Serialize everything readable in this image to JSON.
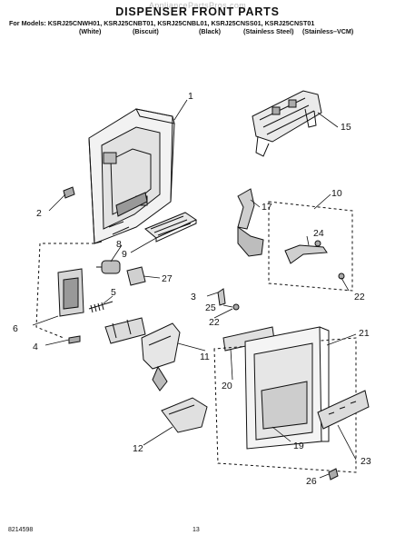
{
  "watermark": "AppliancePartsPros.com",
  "title": "DISPENSER FRONT PARTS",
  "models_line": "For Models: KSRJ25CNWH01, KSRJ25CNBT01, KSRJ25CNBL01, KSRJ25CNSS01, KSRJ25CNST01",
  "variants": [
    "(White)",
    "(Biscuit)",
    "(Black)",
    "(Stainless Steel)",
    "(Stainless–VCM)"
  ],
  "callouts": [
    "1",
    "15",
    "2",
    "17",
    "10",
    "8",
    "9",
    "24",
    "27",
    "5",
    "3",
    "25",
    "22",
    "6",
    "22",
    "21",
    "4",
    "11",
    "20",
    "19",
    "12",
    "23",
    "26"
  ],
  "footer": {
    "doc_number": "8214598",
    "page_number": "13"
  }
}
